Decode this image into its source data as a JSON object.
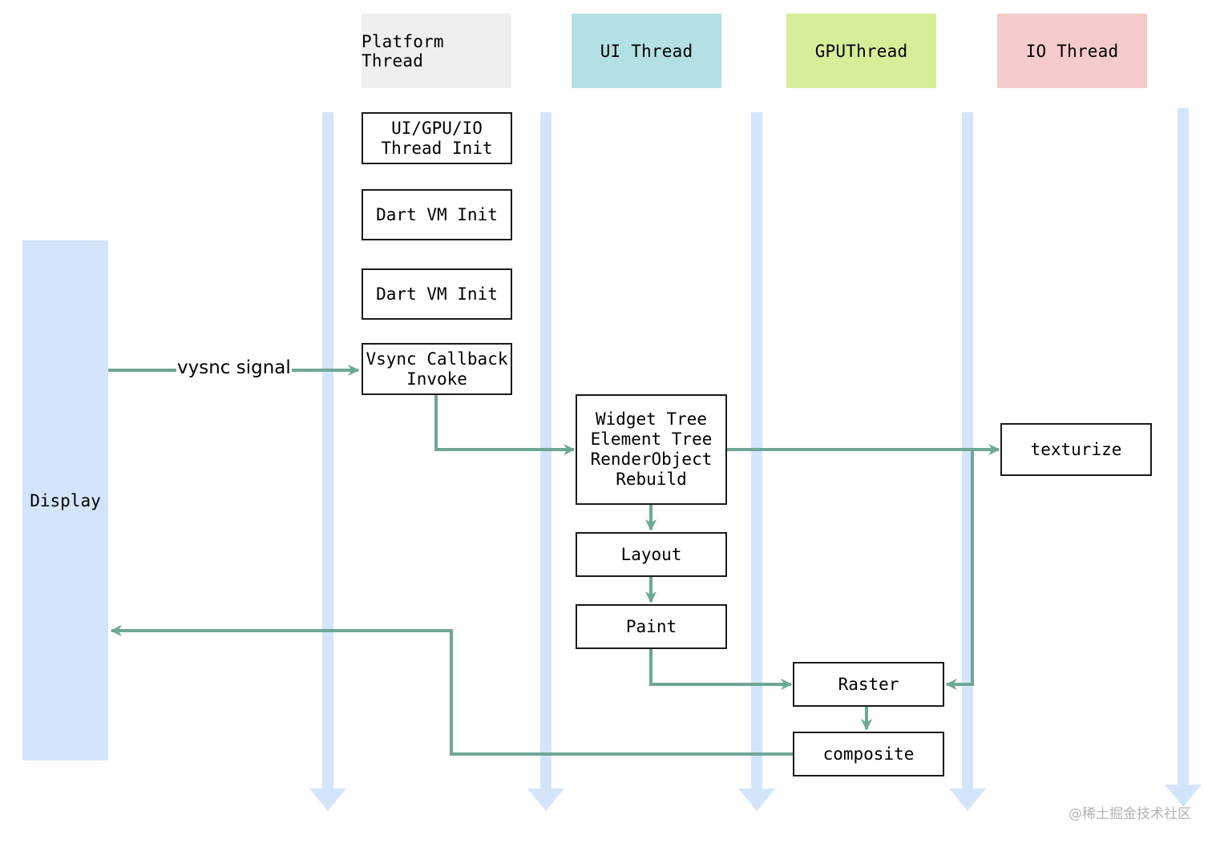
{
  "lanes": [
    {
      "id": "platform",
      "label": "Platform Thread",
      "color": "#efefef"
    },
    {
      "id": "ui",
      "label": "UI Thread",
      "color": "#b3e0e3"
    },
    {
      "id": "gpu",
      "label": "GPUThread",
      "color": "#d7ee99"
    },
    {
      "id": "io",
      "label": "IO Thread",
      "color": "#f5cccb"
    }
  ],
  "display": {
    "label": "Display",
    "color": "#d4e5fb"
  },
  "nodes": {
    "thread_init": "UI/GPU/IO\nThread Init",
    "dart_vm_init_1": "Dart VM Init",
    "dart_vm_init_2": "Dart VM Init",
    "vsync_callback": "Vsync Callback\nInvoke",
    "rebuild": "Widget Tree\nElement Tree\nRenderObject\nRebuild",
    "layout": "Layout",
    "paint": "Paint",
    "texturize": "texturize",
    "raster": "Raster",
    "composite": "composite"
  },
  "edges": [
    {
      "from": "display",
      "to": "vsync_callback",
      "label": "vysnc signal"
    },
    {
      "from": "vsync_callback",
      "to": "rebuild",
      "label": ""
    },
    {
      "from": "rebuild",
      "to": "texturize",
      "label": ""
    },
    {
      "from": "rebuild",
      "to": "raster",
      "label": ""
    },
    {
      "from": "rebuild",
      "to": "layout",
      "label": ""
    },
    {
      "from": "layout",
      "to": "paint",
      "label": ""
    },
    {
      "from": "paint",
      "to": "raster",
      "label": ""
    },
    {
      "from": "raster",
      "to": "composite",
      "label": ""
    },
    {
      "from": "composite",
      "to": "display",
      "label": ""
    }
  ],
  "colors": {
    "timeline": "#d4e5fb",
    "arrow": "#6fa797",
    "border": "#1a1a1a"
  },
  "watermark": "@稀土掘金技术社区"
}
